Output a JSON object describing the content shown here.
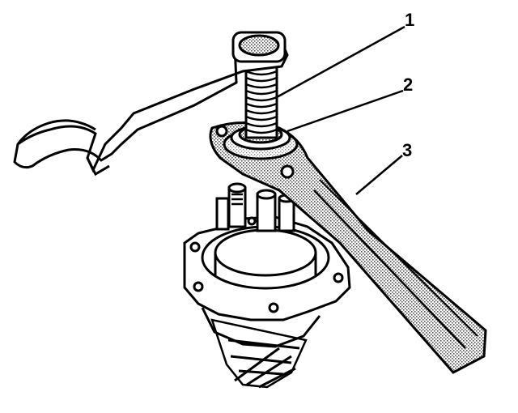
{
  "callouts": [
    {
      "label": "1"
    },
    {
      "label": "2"
    },
    {
      "label": "3"
    }
  ],
  "colors": {
    "ink": "#000000",
    "paper": "#ffffff",
    "shade": "#b8b8b8"
  },
  "icons": [
    "open-end-wrench-icon",
    "threaded-bolt-icon",
    "spanner-wrench-icon",
    "pinion-housing-icon"
  ]
}
